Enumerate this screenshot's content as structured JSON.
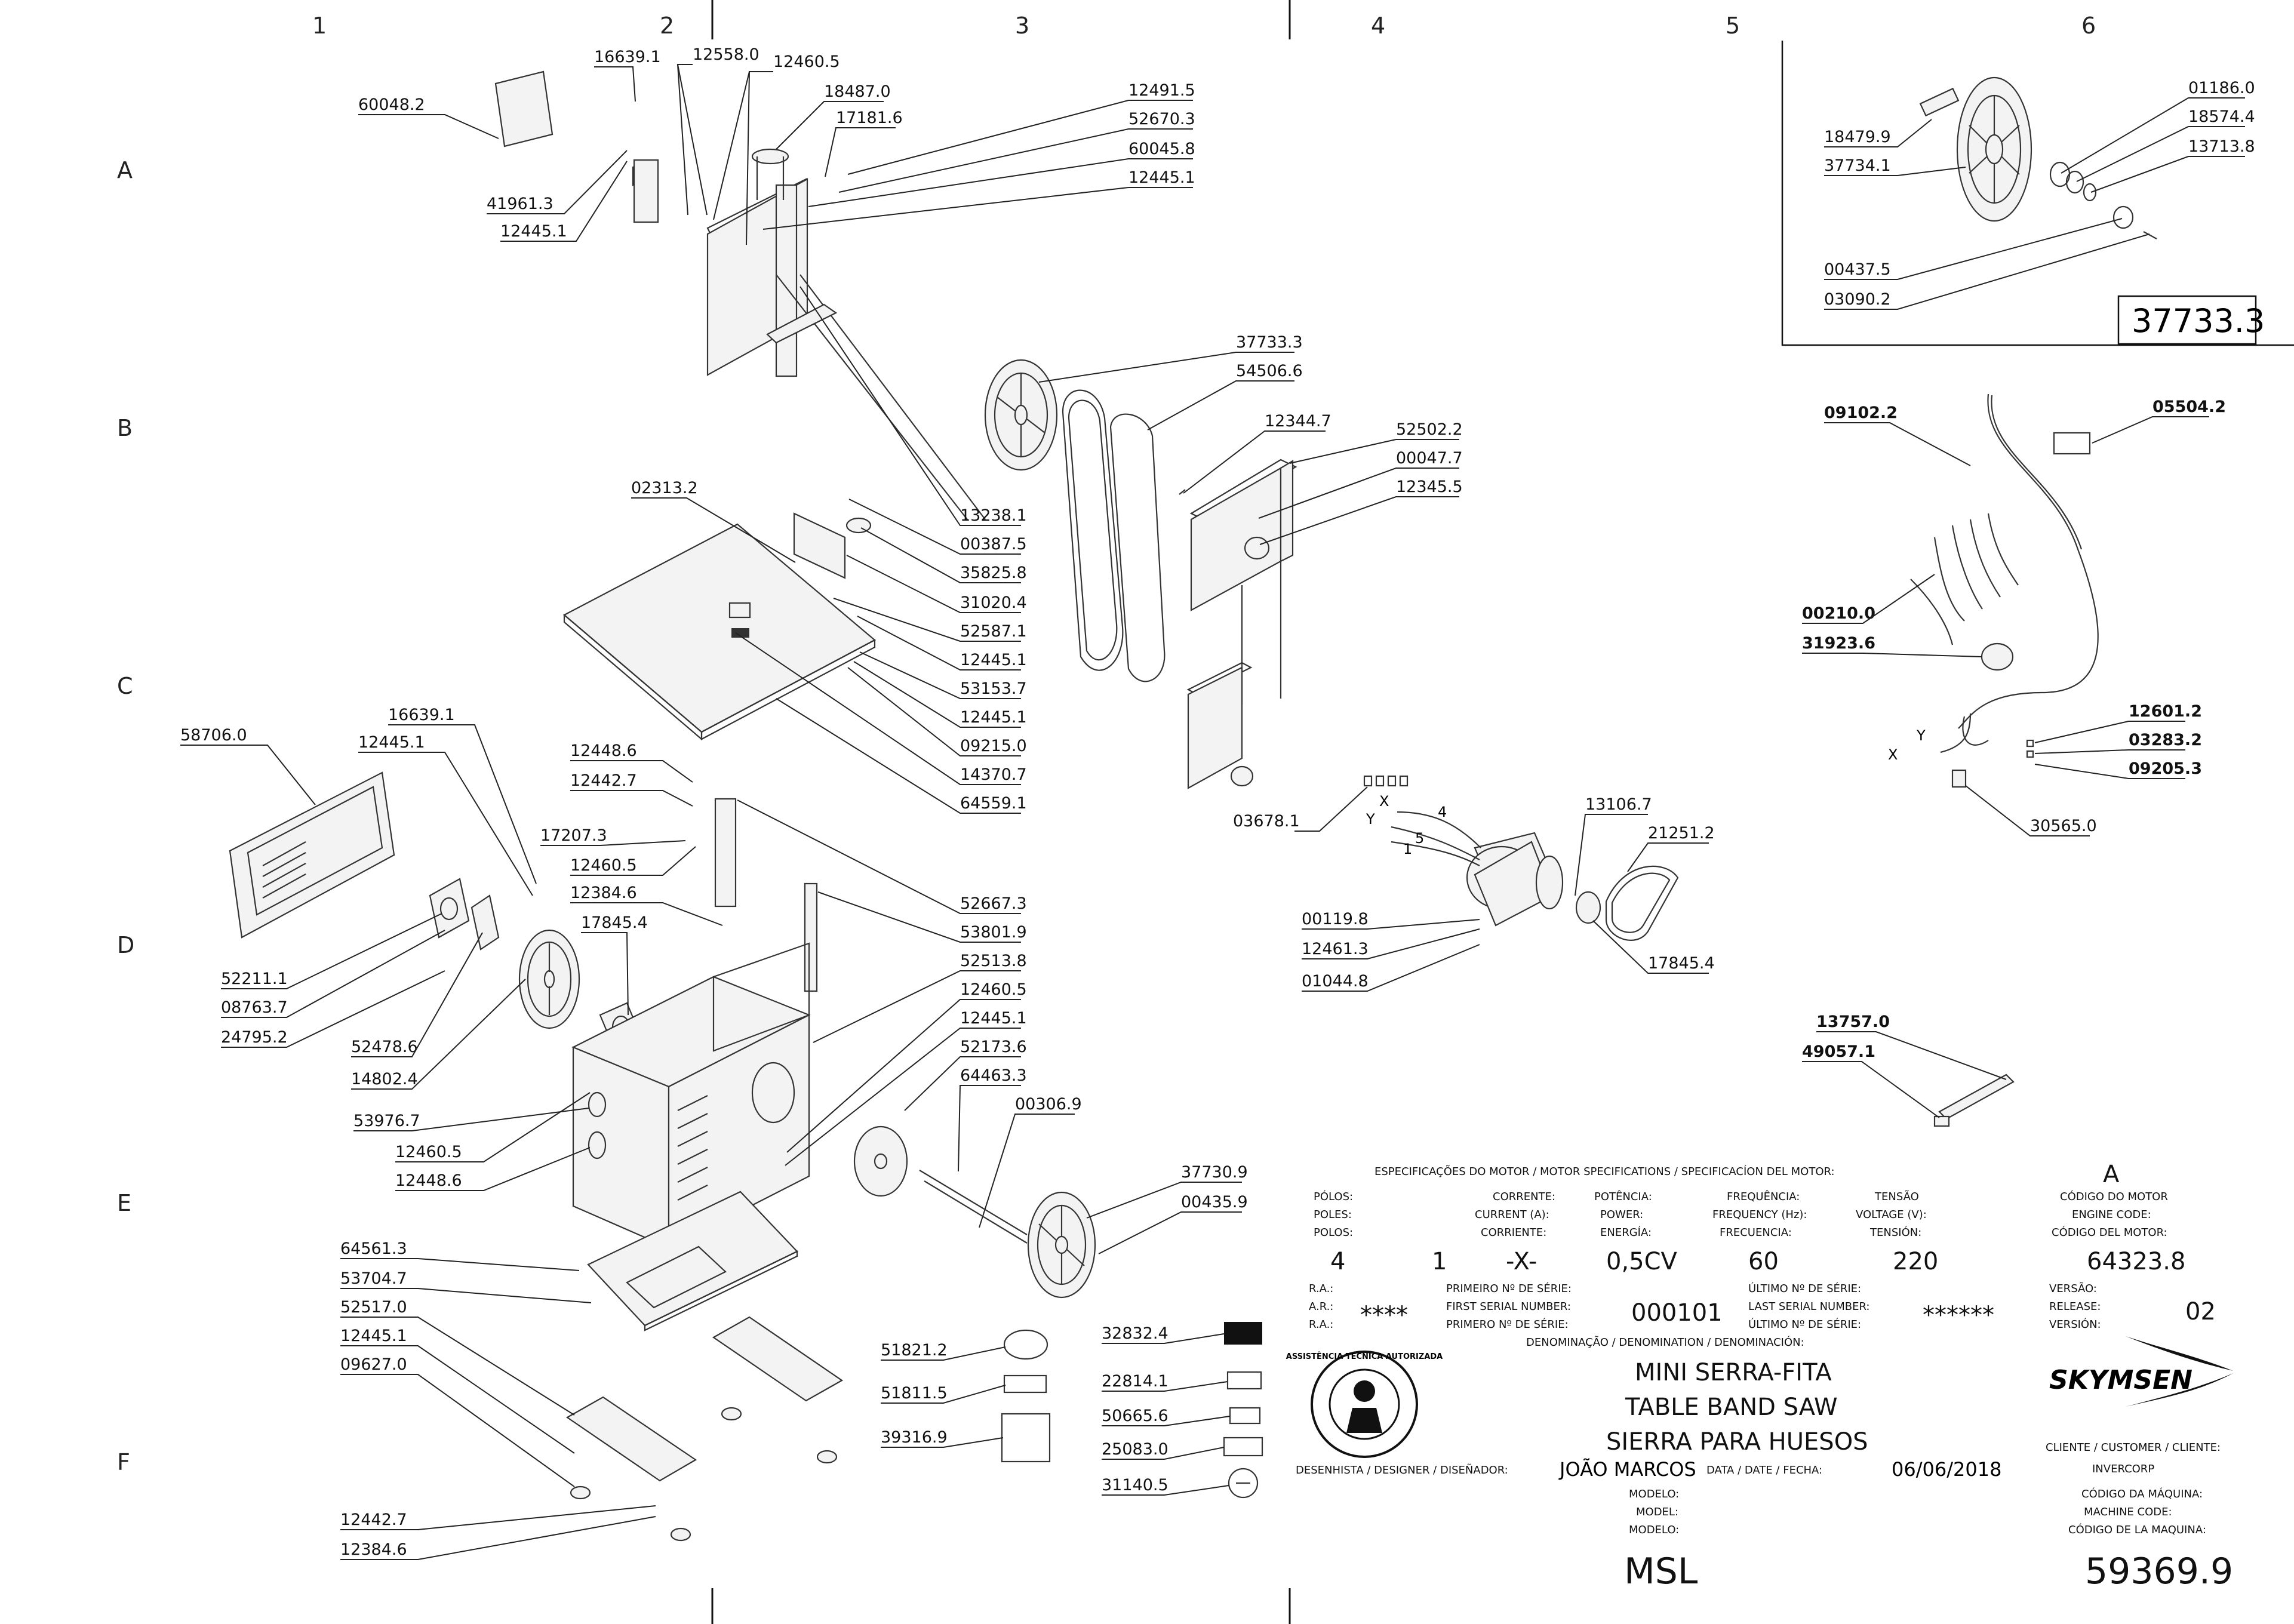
{
  "grid": {
    "columns": [
      "1",
      "2",
      "3",
      "4",
      "5",
      "6"
    ],
    "rows": [
      "A",
      "B",
      "C",
      "D",
      "E",
      "F"
    ]
  },
  "detail_box": {
    "assembly_code": "37733.3"
  },
  "parts": {
    "p60048_2": "60048.2",
    "p16639_1a": "16639.1",
    "p12558_0": "12558.0",
    "p12460_5a": "12460.5",
    "p18487_0": "18487.0",
    "p17181_6": "17181.6",
    "p12491_5": "12491.5",
    "p52670_3": "52670.3",
    "p60045_8": "60045.8",
    "p12445_1a": "12445.1",
    "p41961_3": "41961.3",
    "p12445_1b": "12445.1",
    "p37733_3": "37733.3",
    "p54506_6": "54506.6",
    "p12344_7": "12344.7",
    "p52502_2": "52502.2",
    "p00047_7": "00047.7",
    "p12345_5": "12345.5",
    "p02313_2": "02313.2",
    "p13238_1": "13238.1",
    "p00387_5": "00387.5",
    "p35825_8": "35825.8",
    "p31020_4": "31020.4",
    "p52587_1": "52587.1",
    "p12445_1c": "12445.1",
    "p53153_7": "53153.7",
    "p12445_1d": "12445.1",
    "p09215_0": "09215.0",
    "p14370_7": "14370.7",
    "p64559_1": "64559.1",
    "p58706_0": "58706.0",
    "p16639_1b": "16639.1",
    "p12445_1e": "12445.1",
    "p12448_6a": "12448.6",
    "p12442_7a": "12442.7",
    "p17207_3": "17207.3",
    "p12460_5b": "12460.5",
    "p12384_6a": "12384.6",
    "p17845_4a": "17845.4",
    "p52211_1": "52211.1",
    "p08763_7": "08763.7",
    "p24795_2": "24795.2",
    "p52478_6": "52478.6",
    "p14802_4": "14802.4",
    "p52667_3": "52667.3",
    "p53801_9": "53801.9",
    "p52513_8": "52513.8",
    "p12460_5c": "12460.5",
    "p12445_1f": "12445.1",
    "p52173_6": "52173.6",
    "p64463_3": "64463.3",
    "p00306_9": "00306.9",
    "p53976_7": "53976.7",
    "p12460_5d": "12460.5",
    "p12448_6b": "12448.6",
    "p37730_9": "37730.9",
    "p00435_9": "00435.9",
    "p03678_1": "03678.1",
    "p13106_7": "13106.7",
    "p21251_2": "21251.2",
    "p00119_8": "00119.8",
    "p12461_3": "12461.3",
    "p01044_8": "01044.8",
    "p17845_4b": "17845.4",
    "p64561_3": "64561.3",
    "p53704_7": "53704.7",
    "p52517_0": "52517.0",
    "p12445_1g": "12445.1",
    "p09627_0": "09627.0",
    "p12442_7b": "12442.7",
    "p12384_6b": "12384.6",
    "p51821_2": "51821.2",
    "p51811_5": "51811.5",
    "p39316_9": "39316.9",
    "p32832_4": "32832.4",
    "p22814_1": "22814.1",
    "p50665_6": "50665.6",
    "p25083_0": "25083.0",
    "p31140_5": "31140.5",
    "p18479_9": "18479.9",
    "p37734_1": "37734.1",
    "p01186_0": "01186.0",
    "p18574_4": "18574.4",
    "p13713_8": "13713.8",
    "p00437_5": "00437.5",
    "p03090_2": "03090.2",
    "p09102_2": "09102.2",
    "p05504_2": "05504.2",
    "p00210_0": "00210.0",
    "p31923_6": "31923.6",
    "p12601_2": "12601.2",
    "p03283_2": "03283.2",
    "p09205_3": "09205.3",
    "p30565_0": "30565.0",
    "p13757_0": "13757.0",
    "p49057_1": "49057.1"
  },
  "wiring": {
    "x": "X",
    "y": "Y",
    "w4": "4",
    "w5": "5",
    "w1": "1"
  },
  "title_block": {
    "spec_header": "ESPECIFICAÇÕES DO MOTOR / MOTOR SPECIFICATIONS / SPECIFICACÍON DEL MOTOR:",
    "revision_letter": "A",
    "poles_labels": [
      "PÓLOS:",
      "POLES:",
      "POLOS:"
    ],
    "current_labels": [
      "CORRENTE:",
      "CURRENT (A):",
      "CORRIENTE:"
    ],
    "power_labels": [
      "POTÊNCIA:",
      "POWER:",
      "ENERGÍA:"
    ],
    "frequency_labels": [
      "FREQUÊNCIA:",
      "FREQUENCY (Hz):",
      "FRECUENCIA:"
    ],
    "voltage_labels": [
      "TENSÃO",
      "VOLTAGE (V):",
      "TENSIÓN:"
    ],
    "engine_code_labels": [
      "CÓDIGO DO MOTOR",
      "ENGINE CODE:",
      "CÓDIGO DEL MOTOR:"
    ],
    "poles_value": "4",
    "phase_value": "1",
    "current_value": "-X-",
    "power_value": "0,5CV",
    "frequency_value": "60",
    "voltage_value": "220",
    "engine_code_value": "64323.8",
    "ra_labels": [
      "R.A.:",
      "A.R.:",
      "R.A.:"
    ],
    "ra_value": "****",
    "first_serial_labels": [
      "PRIMEIRO Nº DE SÉRIE:",
      "FIRST SERIAL NUMBER:",
      "PRIMERO Nº DE SÉRIE:"
    ],
    "first_serial_value": "000101",
    "last_serial_labels": [
      "ÚLTIMO Nº DE SÉRIE:",
      "LAST SERIAL NUMBER:",
      "ÚLTIMO Nº DE SÉRIE:"
    ],
    "last_serial_value": "******",
    "version_labels": [
      "VERSÃO:",
      "RELEASE:",
      "VERSIÓN:"
    ],
    "version_value": "02",
    "denomination_label": "DENOMINAÇÃO / DENOMINATION / DENOMINACIÓN:",
    "name_pt": "MINI SERRA-FITA",
    "name_en": "TABLE BAND SAW",
    "name_es": "SIERRA PARA HUESOS",
    "designer_label": "DESENHISTA / DESIGNER / DISEÑADOR:",
    "designer_value": "JOÃO MARCOS",
    "date_label": "DATA / DATE / FECHA:",
    "date_value": "06/06/2018",
    "model_labels": [
      "MODELO:",
      "MODEL:",
      "MODELO:"
    ],
    "model_value": "MSL",
    "brand": "SKYMSEN",
    "client_label": "CLIENTE / CUSTOMER / CLIENTE:",
    "client_value": "INVERCORP",
    "machine_code_labels": [
      "CÓDIGO DA MÁQUINA:",
      "MACHINE CODE:",
      "CÓDIGO DE LA MAQUINA:"
    ],
    "machine_code_value": "59369.9",
    "stamp_text": "ASSISTÊNCIA TÉCNICA AUTORIZADA"
  }
}
